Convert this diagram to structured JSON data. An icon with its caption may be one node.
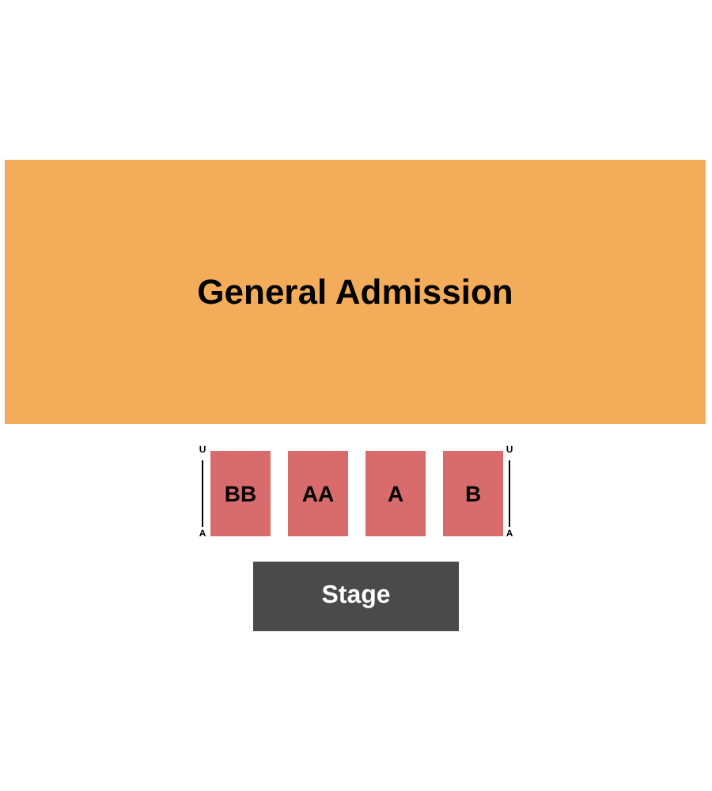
{
  "diagram": {
    "nodes": [
      {
        "text": [
          "General Admission"
        ]
      },
      {
        "text": [
          "BB"
        ]
      },
      {
        "text": [
          "AA"
        ]
      },
      {
        "text": [
          "A"
        ]
      },
      {
        "text": [
          "B"
        ]
      },
      {
        "text": [
          "Stage"
        ]
      }
    ],
    "labels": [
      "U",
      "U",
      "A",
      "A"
    ]
  }
}
